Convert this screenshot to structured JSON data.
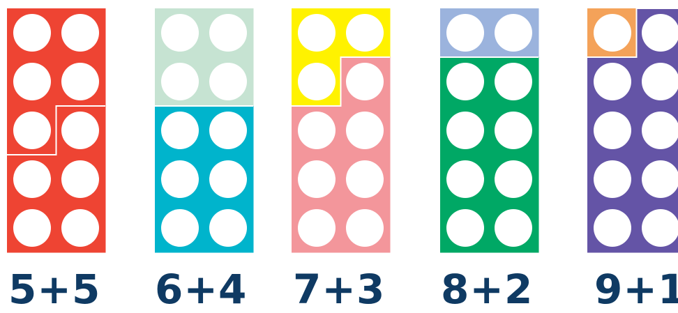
{
  "groups": [
    {
      "label": "5+5",
      "parts": [
        {
          "value": 5,
          "color": "#ee4433"
        },
        {
          "value": 5,
          "color": "#ee4433"
        }
      ]
    },
    {
      "label": "6+4",
      "parts": [
        {
          "value": 4,
          "color": "#c6e3d2"
        },
        {
          "value": 6,
          "color": "#00b4cc"
        }
      ]
    },
    {
      "label": "7+3",
      "parts": [
        {
          "value": 3,
          "color": "#fff200"
        },
        {
          "value": 7,
          "color": "#f3969b"
        }
      ]
    },
    {
      "label": "8+2",
      "parts": [
        {
          "value": 2,
          "color": "#9bb3dd"
        },
        {
          "value": 8,
          "color": "#00a865"
        }
      ]
    },
    {
      "label": "9+1",
      "parts": [
        {
          "value": 1,
          "color": "#f4a259"
        },
        {
          "value": 9,
          "color": "#6454a6"
        }
      ]
    }
  ]
}
